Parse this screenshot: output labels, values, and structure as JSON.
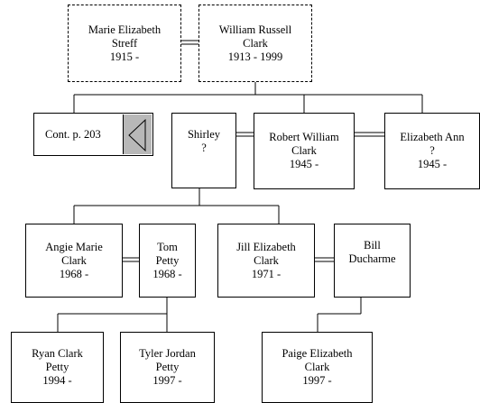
{
  "nodes": {
    "marie": {
      "lines": [
        "Marie Elizabeth",
        "Streff",
        "1915 -"
      ]
    },
    "william": {
      "lines": [
        "William Russell",
        "Clark",
        "1913 - 1999"
      ]
    },
    "shirley": {
      "lines": [
        "Shirley",
        "?"
      ]
    },
    "robert": {
      "lines": [
        "Robert William",
        "Clark",
        "1945 -"
      ]
    },
    "elizabeth_ann": {
      "lines": [
        "Elizabeth Ann",
        "?",
        "1945 -"
      ]
    },
    "angie": {
      "lines": [
        "Angie Marie",
        "Clark",
        "1968 -"
      ]
    },
    "tom": {
      "lines": [
        "Tom",
        "Petty",
        "1968 -"
      ]
    },
    "jill": {
      "lines": [
        "Jill Elizabeth",
        "Clark",
        "1971 -"
      ]
    },
    "bill": {
      "lines": [
        "Bill",
        "Ducharme"
      ]
    },
    "ryan": {
      "lines": [
        "Ryan Clark",
        "Petty",
        "1994 -"
      ]
    },
    "tyler": {
      "lines": [
        "Tyler Jordan",
        "Petty",
        "1997 -"
      ]
    },
    "paige": {
      "lines": [
        "Paige Elizabeth",
        "Clark",
        "1997 -"
      ]
    }
  },
  "continuation": {
    "label": "Cont. p. 203",
    "arrow_icon": "left-triangle-icon"
  }
}
